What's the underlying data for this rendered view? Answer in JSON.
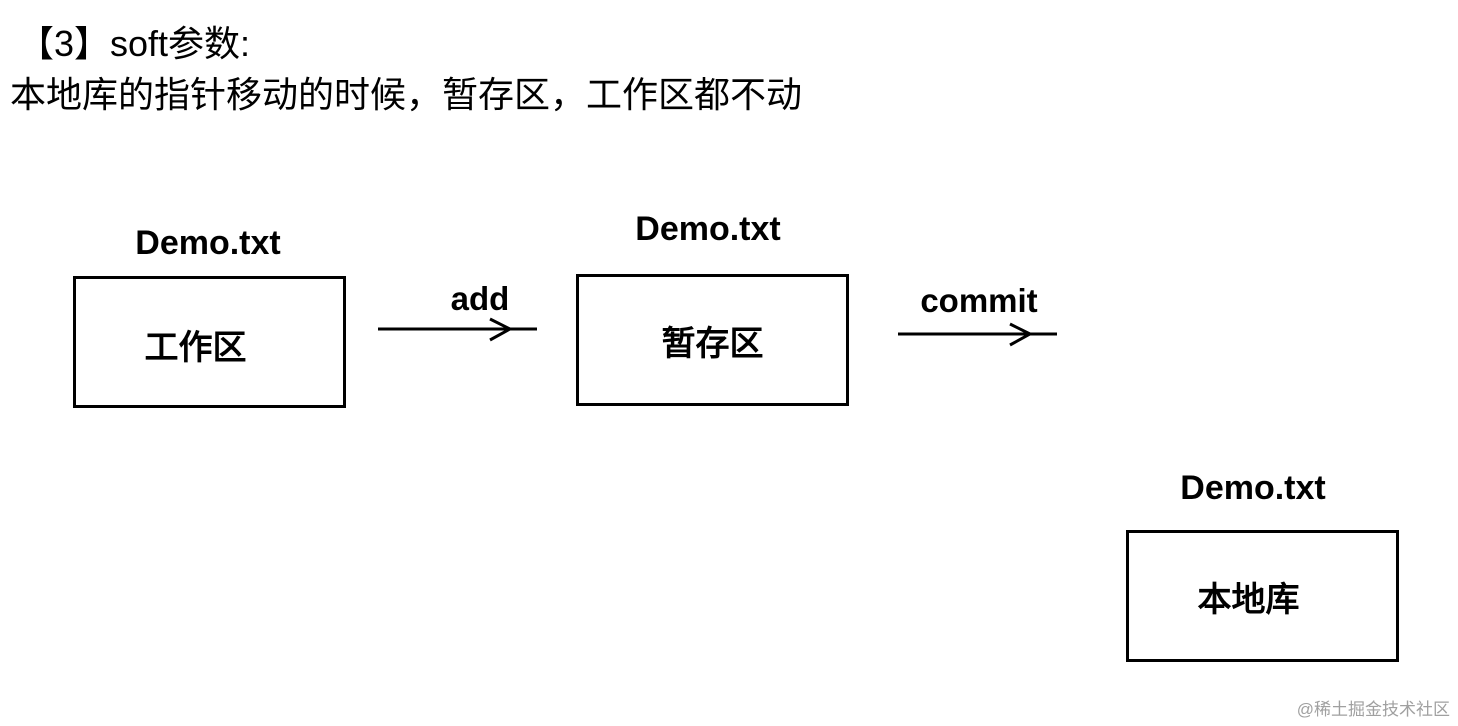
{
  "heading": {
    "line1": "【3】soft参数:",
    "line2": "本地库的指针移动的时候，暂存区，工作区都不动"
  },
  "nodes": [
    {
      "file": "Demo.txt",
      "label": "工作区"
    },
    {
      "file": "Demo.txt",
      "label": "暂存区"
    },
    {
      "file": "Demo.txt",
      "label": "本地库"
    }
  ],
  "edges": [
    {
      "label": "add",
      "from": "工作区",
      "to": "暂存区"
    },
    {
      "label": "commit",
      "from": "暂存区",
      "to": "本地库"
    }
  ],
  "watermark": "@稀土掘金技术社区"
}
